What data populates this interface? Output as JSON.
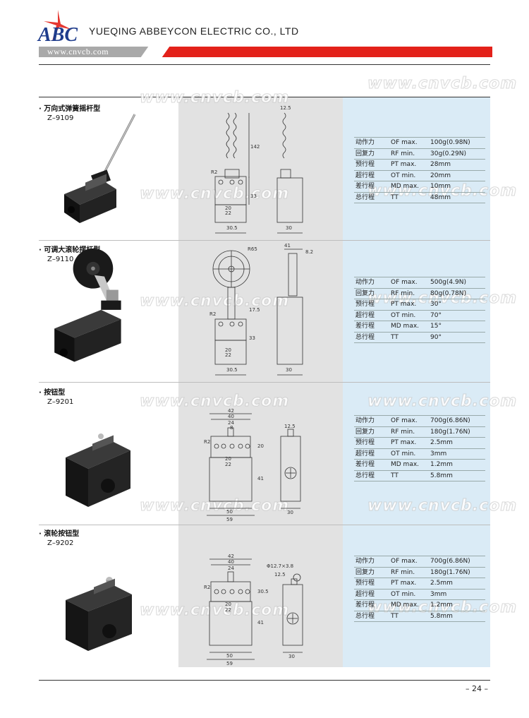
{
  "header": {
    "company": "YUEQING ABBEYCON ELECTRIC CO., LTD",
    "url": "www.cnvcb.com",
    "logo_text": "ABC",
    "colors": {
      "red": "#e3211a",
      "blue": "#1e3c8c",
      "grey": "#a9a9a9"
    }
  },
  "watermark": "www.cnvcb.com",
  "products": [
    {
      "name": "· 万向式弹簧摇杆型",
      "model": "Z–9109",
      "dims": {
        "d1": "12.5",
        "d2": "142",
        "d3": "R2",
        "d4": "33",
        "d5": "20",
        "d6": "22",
        "d7": "30.5",
        "d8": "30"
      },
      "specs": [
        {
          "label": "动作力",
          "code": "OF  max.",
          "value": "100g(0.98N)"
        },
        {
          "label": "回复力",
          "code": "RF  min.",
          "value": "30g(0.29N)"
        },
        {
          "label": "预行程",
          "code": "PT  max.",
          "value": "28mm"
        },
        {
          "label": "超行程",
          "code": "OT  min.",
          "value": "20mm"
        },
        {
          "label": "差行程",
          "code": "MD max.",
          "value": "10mm"
        },
        {
          "label": "总行程",
          "code": "TT",
          "value": "48mm"
        }
      ]
    },
    {
      "name": "· 可调大滚轮摆杆型",
      "model": "Z–9110",
      "dims": {
        "d1": "41",
        "d2": "8.2",
        "d3": "R65",
        "d4": "17.5",
        "d5": "R2",
        "d6": "33",
        "d7": "20",
        "d8": "22",
        "d9": "30.5",
        "d10": "30"
      },
      "specs": [
        {
          "label": "动作力",
          "code": "OF  max.",
          "value": "500g(4.9N)"
        },
        {
          "label": "回复力",
          "code": "RF  min.",
          "value": "80g(0.78N)"
        },
        {
          "label": "预行程",
          "code": "PT  max.",
          "value": "30°"
        },
        {
          "label": "超行程",
          "code": "OT  min.",
          "value": "70°"
        },
        {
          "label": "差行程",
          "code": "MD max.",
          "value": "15°"
        },
        {
          "label": "总行程",
          "code": "TT",
          "value": "90°"
        }
      ]
    },
    {
      "name": "· 按钮型",
      "model": "Z–9201",
      "dims": {
        "d1": "42",
        "d2": "40",
        "d3": "24",
        "d4": "8",
        "d5": "R2",
        "d6": "20",
        "d7": "22",
        "d8": "41",
        "d9": "20",
        "d10": "50",
        "d11": "59",
        "d12": "12.5",
        "d13": "30"
      },
      "specs": [
        {
          "label": "动作力",
          "code": "OF  max.",
          "value": "700g(6.86N)"
        },
        {
          "label": "回复力",
          "code": "RF  min.",
          "value": "180g(1.76N)"
        },
        {
          "label": "预行程",
          "code": "PT  max.",
          "value": "2.5mm"
        },
        {
          "label": "超行程",
          "code": "OT  min.",
          "value": "3mm"
        },
        {
          "label": "差行程",
          "code": "MD max.",
          "value": "1.2mm"
        },
        {
          "label": "总行程",
          "code": "TT",
          "value": "5.8mm"
        }
      ]
    },
    {
      "name": "· 滚轮按钮型",
      "model": "Z–9202",
      "dims": {
        "d1": "42",
        "d2": "40",
        "d3": "24",
        "d4": "Φ12.7×3.8",
        "d5": "12.5",
        "d6": "30.5",
        "d7": "R2",
        "d8": "20",
        "d9": "22",
        "d10": "41",
        "d11": "50",
        "d12": "59",
        "d13": "30"
      },
      "specs": [
        {
          "label": "动作力",
          "code": "OF  max.",
          "value": "700g(6.86N)"
        },
        {
          "label": "回复力",
          "code": "RF  min.",
          "value": "180g(1.76N)"
        },
        {
          "label": "预行程",
          "code": "PT  max.",
          "value": "2.5mm"
        },
        {
          "label": "超行程",
          "code": "OT  min.",
          "value": "3mm"
        },
        {
          "label": "差行程",
          "code": "MD max.",
          "value": "1.2mm"
        },
        {
          "label": "总行程",
          "code": "TT",
          "value": "5.8mm"
        }
      ]
    }
  ],
  "page_number": "– 24 –"
}
